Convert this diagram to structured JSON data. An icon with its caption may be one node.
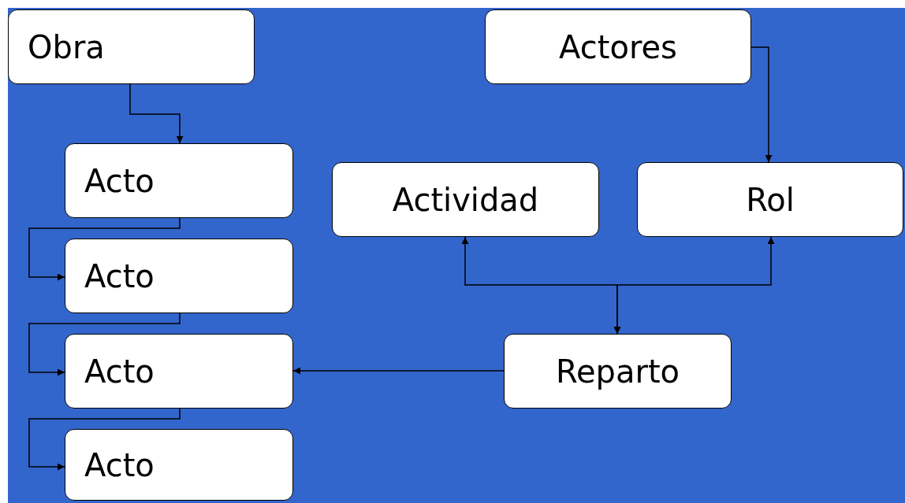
{
  "diagram": {
    "nodes": [
      {
        "text": [
          "Obra"
        ]
      },
      {
        "text": [
          "Actores"
        ]
      },
      {
        "text": [
          "Acto"
        ]
      },
      {
        "text": [
          "Actividad"
        ]
      },
      {
        "text": [
          "Rol"
        ]
      },
      {
        "text": [
          "Acto"
        ]
      },
      {
        "text": [
          "Acto"
        ]
      },
      {
        "text": [
          "Reparto"
        ]
      },
      {
        "text": [
          "Acto"
        ]
      }
    ],
    "edges": [
      {
        "from": 0,
        "to": 2,
        "arrow": "to"
      },
      {
        "from": 2,
        "to": 5,
        "arrow": "to"
      },
      {
        "from": 5,
        "to": 6,
        "arrow": "to"
      },
      {
        "from": 6,
        "to": 8,
        "arrow": "to"
      },
      {
        "from": 1,
        "to": 4,
        "arrow": "to"
      },
      {
        "from": 7,
        "to": 3,
        "arrow": "both"
      },
      {
        "from": 7,
        "to": 4,
        "arrow": "both"
      },
      {
        "from": 7,
        "to": 6,
        "arrow": "to"
      }
    ]
  }
}
